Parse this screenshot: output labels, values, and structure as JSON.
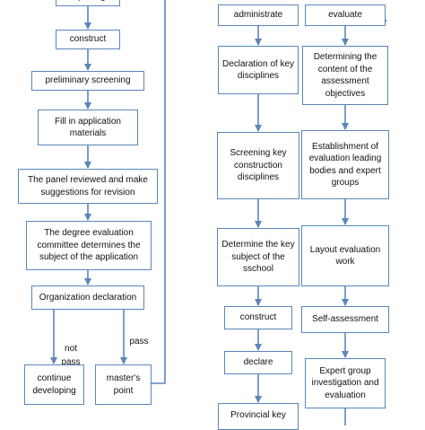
{
  "left_column": {
    "top_partial": "reporting",
    "construct": "construct",
    "preliminary": "preliminary screening",
    "fill_in": "Fill in application materials",
    "panel_review": "The panel reviewed and make suggestions for revision",
    "degree_committee": "The degree evaluation committee determines the subject of the application",
    "org_declaration": "Organization declaration",
    "not_pass": "not\npass",
    "pass": "pass",
    "continue_developing": "continue developing",
    "masters_point": "master's point"
  },
  "middle_column": {
    "administrate": "administrate",
    "declaration_key": "Declaration of key disciplines",
    "screening_key": "Screening key construction disciplines",
    "determine_key": "Determine the key subject of the sschool",
    "construct": "construct",
    "declare": "declare",
    "provincial_key": "Provincial key"
  },
  "right_column": {
    "evaluate": "evaluate",
    "determining_content": "Determining the content of the assessment objectives",
    "establishment": "Establishment of evaluation leading bodies and expert groups",
    "layout": "Layout evaluation work",
    "self_assessment": "Self-assessment",
    "expert_group": "Expert group investigation and evaluation"
  },
  "colors": {
    "box_border": "#5b86b8",
    "arrow": "#5b86b8",
    "text": "#111111"
  }
}
